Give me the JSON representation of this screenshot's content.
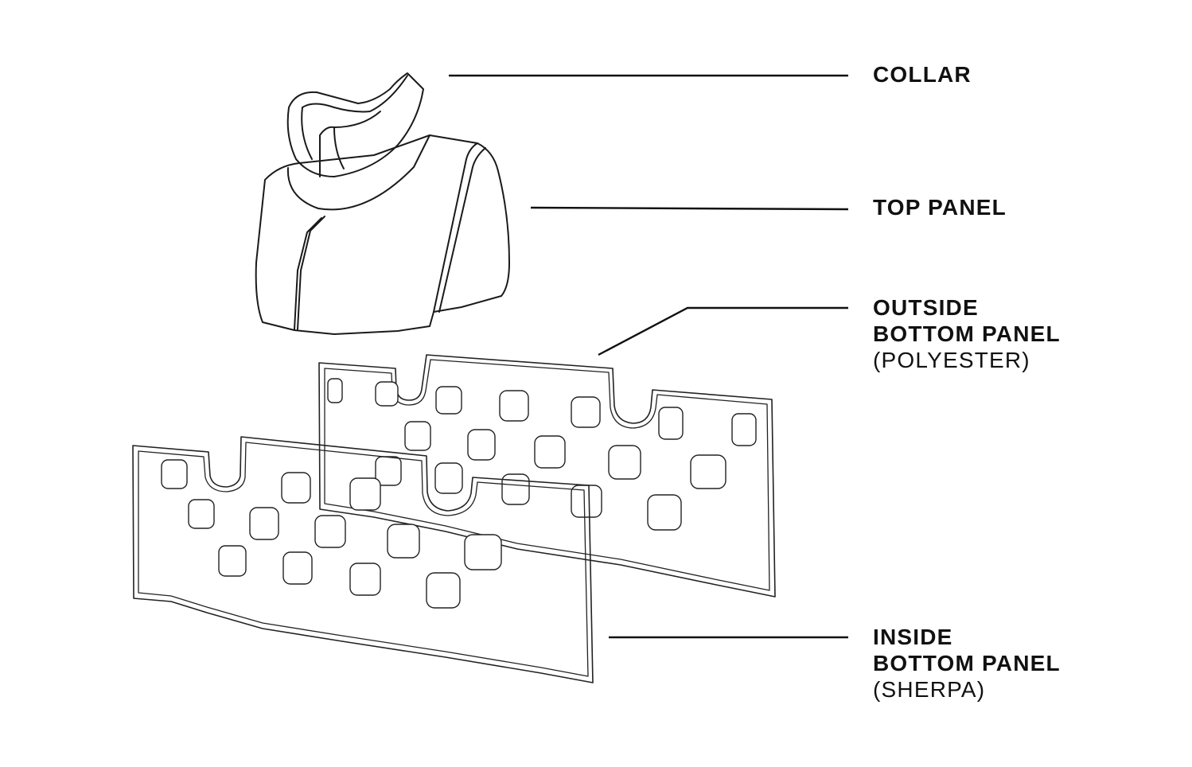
{
  "labels": {
    "collar": {
      "title": "COLLAR"
    },
    "top_panel": {
      "title": "TOP PANEL"
    },
    "outside_bottom": {
      "title_line1": "OUTSIDE",
      "title_line2": "BOTTOM PANEL",
      "material": "(POLYESTER)"
    },
    "inside_bottom": {
      "title_line1": "INSIDE",
      "title_line2": "BOTTOM PANEL",
      "material": "(SHERPA)"
    }
  },
  "colors": {
    "line": "#1a1a1a",
    "background": "#ffffff"
  }
}
